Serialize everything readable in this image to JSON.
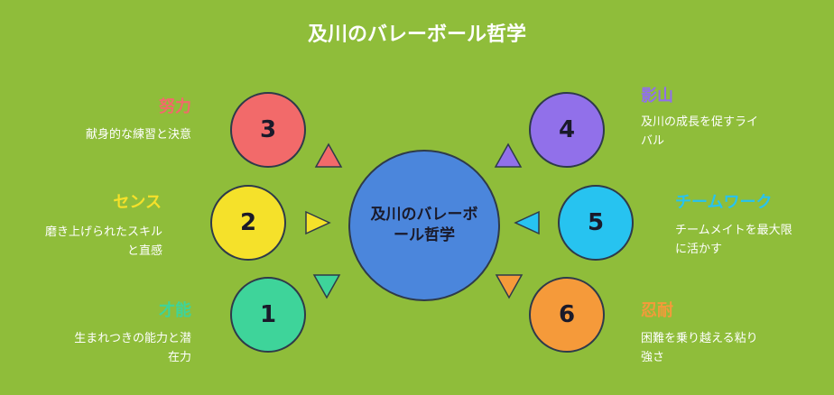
{
  "title": "及川のバレーボール哲学",
  "center_label": "及川のバレーボール哲学",
  "items": [
    {
      "number": "3",
      "heading": "努力",
      "description": "献身的な練習と決意",
      "color": "#f26a6a",
      "heading_color": "#f26a6a"
    },
    {
      "number": "2",
      "heading": "センス",
      "description": "磨き上げられたスキルと直感",
      "color": "#f5e12a",
      "heading_color": "#f5e12a"
    },
    {
      "number": "1",
      "heading": "才能",
      "description": "生まれつきの能力と潜在力",
      "color": "#3ed49a",
      "heading_color": "#3ed49a"
    },
    {
      "number": "4",
      "heading": "影山",
      "description": "及川の成長を促すライバル",
      "color": "#9170ea",
      "heading_color": "#9170ea"
    },
    {
      "number": "5",
      "heading": "チームワーク",
      "description": "チームメイトを最大限に活かす",
      "color": "#27c3f0",
      "heading_color": "#27c3f0"
    },
    {
      "number": "6",
      "heading": "忍耐",
      "description": "困難を乗り越える粘り強さ",
      "color": "#f59a3a",
      "heading_color": "#f59a3a"
    }
  ]
}
